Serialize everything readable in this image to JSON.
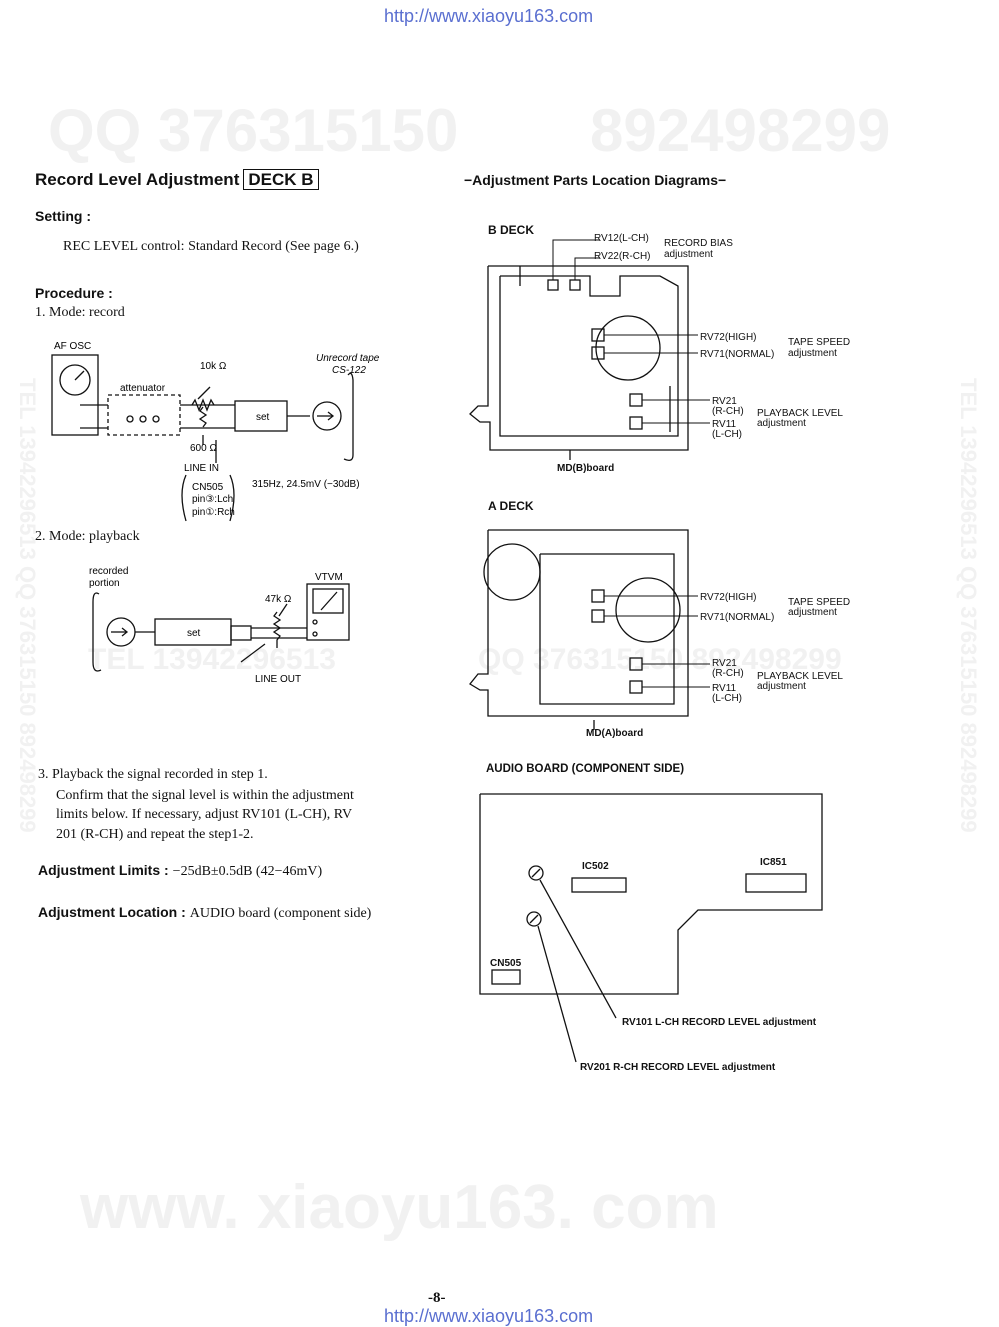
{
  "header": {
    "url": "http://www.xiaoyu163.com"
  },
  "footer": {
    "url": "http://www.xiaoyu163.com",
    "page_number": "-8-"
  },
  "watermarks": {
    "qq_left": "QQ 376315150",
    "qq_right": "892498299",
    "tel_mid": "TEL 13942296513",
    "qq_mid": "QQ 376315150 892498299",
    "bottom": "www. xiaoyu163. com",
    "left_vertical": "TEL 13942296513 QQ 376315150 892498299",
    "right_vertical": "TEL 13942296513 QQ 376315150 892498299"
  },
  "left": {
    "title": "Record Level Adjustment",
    "title_box": "DECK B",
    "setting_heading": "Setting :",
    "setting_text": "REC LEVEL control: Standard Record (See page 6.)",
    "procedure_heading": "Procedure :",
    "step1": "1. Mode: record",
    "step2": "2. Mode: playback",
    "step3_line1": "3. Playback the signal recorded in step 1.",
    "step3_line2": "Confirm that the signal level is within the adjustment",
    "step3_line3": "limits below. If necessary, adjust RV101 (L-CH), RV",
    "step3_line4": "201 (R-CH) and repeat the step1-2.",
    "limits_label": "Adjustment Limits :",
    "limits_value": "−25dB±0.5dB (42−46mV)",
    "location_label": "Adjustment Location :",
    "location_value": "AUDIO board (component side)"
  },
  "rec_diagram": {
    "af_osc": "AF OSC",
    "attenuator": "attenuator",
    "r10k": "10k Ω",
    "r600": "600 Ω",
    "set": "set",
    "unrecord_tape": "Unrecord tape",
    "cs122": "CS-122",
    "line_in": "LINE IN",
    "cn505": "CN505",
    "pin3": "pin③:Lch",
    "pin1": "pin①:Rch",
    "signal": "315Hz, 24.5mV (−30dB)"
  },
  "play_diagram": {
    "recorded": "recorded",
    "portion": "portion",
    "vtvm": "VTVM",
    "r47k": "47k Ω",
    "set": "set",
    "line_out": "LINE OUT"
  },
  "right": {
    "title": "−Adjustment Parts Location Diagrams−",
    "b_deck": {
      "label": "B DECK",
      "rv12": "RV12(L-CH)",
      "rv22": "RV22(R-CH)",
      "record_bias": "RECORD BIAS",
      "record_bias_adj": "adjustment",
      "rv72": "RV72(HIGH)",
      "rv71": "RV71(NORMAL)",
      "tape_speed": "TAPE SPEED",
      "tape_speed_adj": "adjustment",
      "rv21": "RV21",
      "rv21_ch": "(R-CH)",
      "rv11": "RV11",
      "rv11_ch": "(L-CH)",
      "playback_level": "PLAYBACK LEVEL",
      "playback_level_adj": "adjustment",
      "board": "MD(B)board"
    },
    "a_deck": {
      "label": "A DECK",
      "rv72": "RV72(HIGH)",
      "rv71": "RV71(NORMAL)",
      "tape_speed": "TAPE SPEED",
      "tape_speed_adj": "adjustment",
      "rv21": "RV21",
      "rv21_ch": "(R-CH)",
      "rv11": "RV11",
      "rv11_ch": "(L-CH)",
      "playback_level": "PLAYBACK LEVEL",
      "playback_level_adj": "adjustment",
      "board": "MD(A)board"
    },
    "audio_board": {
      "label": "AUDIO BOARD (COMPONENT SIDE)",
      "ic502": "IC502",
      "ic851": "IC851",
      "cn505": "CN505",
      "rv101_note": "RV101 L-CH RECORD LEVEL adjustment",
      "rv201_note": "RV201 R-CH RECORD LEVEL adjustment"
    }
  }
}
